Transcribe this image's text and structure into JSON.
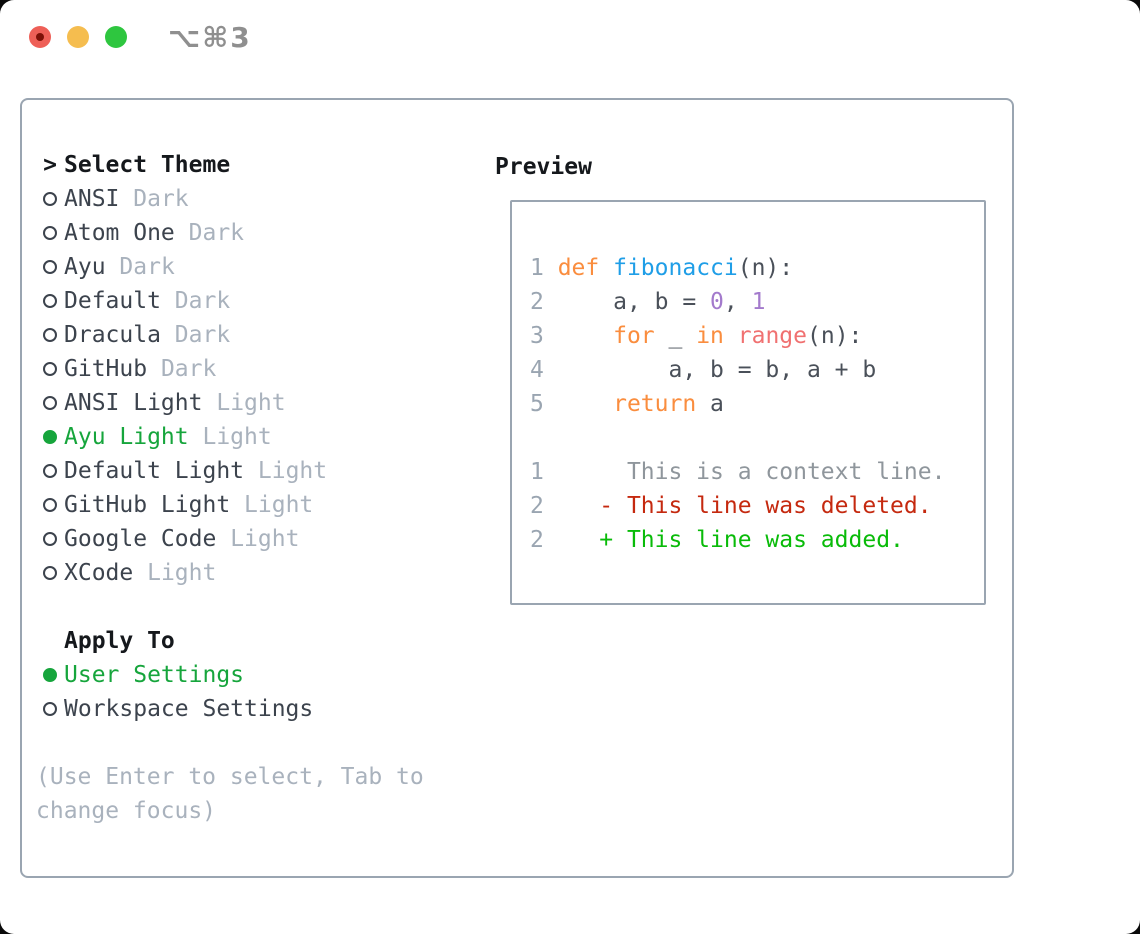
{
  "window": {
    "title": "⌥⌘3"
  },
  "titlebar": {
    "buttons": [
      "close",
      "minimize",
      "zoom"
    ]
  },
  "theme_panel": {
    "header": {
      "marker": ">",
      "label": "Select Theme"
    },
    "themes": [
      {
        "name": "ANSI",
        "variant": "Dark",
        "selected": false
      },
      {
        "name": "Atom One",
        "variant": "Dark",
        "selected": false
      },
      {
        "name": "Ayu",
        "variant": "Dark",
        "selected": false
      },
      {
        "name": "Default",
        "variant": "Dark",
        "selected": false
      },
      {
        "name": "Dracula",
        "variant": "Dark",
        "selected": false
      },
      {
        "name": "GitHub",
        "variant": "Dark",
        "selected": false
      },
      {
        "name": "ANSI Light",
        "variant": "Light",
        "selected": false
      },
      {
        "name": "Ayu Light",
        "variant": "Light",
        "selected": true
      },
      {
        "name": "Default Light",
        "variant": "Light",
        "selected": false
      },
      {
        "name": "GitHub Light",
        "variant": "Light",
        "selected": false
      },
      {
        "name": "Google Code",
        "variant": "Light",
        "selected": false
      },
      {
        "name": "XCode",
        "variant": "Light",
        "selected": false
      }
    ],
    "apply_to": {
      "label": "Apply To",
      "options": [
        {
          "name": "User Settings",
          "selected": true
        },
        {
          "name": "Workspace Settings",
          "selected": false
        }
      ]
    },
    "help_lines": [
      "(Use Enter to select, Tab to",
      "change focus)"
    ]
  },
  "preview": {
    "label": "Preview",
    "code_lines": [
      {
        "num": "1",
        "tokens": [
          {
            "text": "def",
            "color": "keyword"
          },
          {
            "text": " ",
            "color": "default"
          },
          {
            "text": "fibonacci",
            "color": "function"
          },
          {
            "text": "(n):",
            "color": "default"
          }
        ]
      },
      {
        "num": "2",
        "tokens": [
          {
            "text": "    a, b = ",
            "color": "default"
          },
          {
            "text": "0",
            "color": "number"
          },
          {
            "text": ", ",
            "color": "default"
          },
          {
            "text": "1",
            "color": "number"
          }
        ]
      },
      {
        "num": "3",
        "tokens": [
          {
            "text": "    ",
            "color": "default"
          },
          {
            "text": "for",
            "color": "keyword"
          },
          {
            "text": " _ ",
            "color": "default"
          },
          {
            "text": "in",
            "color": "keyword"
          },
          {
            "text": " ",
            "color": "default"
          },
          {
            "text": "range",
            "color": "builtin"
          },
          {
            "text": "(n):",
            "color": "default"
          }
        ]
      },
      {
        "num": "4",
        "tokens": [
          {
            "text": "        a, b = b, a + b",
            "color": "default"
          }
        ]
      },
      {
        "num": "5",
        "tokens": [
          {
            "text": "    ",
            "color": "default"
          },
          {
            "text": "return",
            "color": "keyword"
          },
          {
            "text": " a",
            "color": "default"
          }
        ]
      },
      {
        "num": "",
        "tokens": []
      },
      {
        "num": "1",
        "tokens": [
          {
            "text": "     This is a context line.",
            "color": "context"
          }
        ]
      },
      {
        "num": "2",
        "tokens": [
          {
            "text": "   - This line was deleted.",
            "color": "deleted"
          }
        ]
      },
      {
        "num": "2",
        "tokens": [
          {
            "text": "   + This line was added.",
            "color": "added"
          }
        ]
      }
    ]
  },
  "colors": {
    "border": "#9aa5b1",
    "heading": "#15181c",
    "text_dark": "#3c434d",
    "variant_gray": "#a9b2bd",
    "help_gray": "#a9b2bd",
    "selected_green": "#16a53c",
    "line_number": "#9aa5b1",
    "default": "#4a5059",
    "keyword": "#fa8d3e",
    "function": "#1f9ee7",
    "number": "#a37acc",
    "builtin": "#f07171",
    "context": "#8f969c",
    "deleted": "#c5290f",
    "added": "#09bb09"
  }
}
